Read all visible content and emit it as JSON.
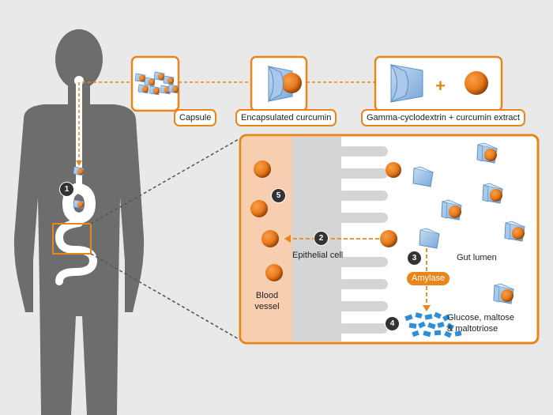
{
  "labels": {
    "capsule": "Capsule",
    "encapsulated": "Encapsulated curcumin",
    "combo": "Gamma-cyclodextrin + curcumin extract",
    "epithelial": "Epithelial cell",
    "gut_lumen": "Gut lumen",
    "amylase": "Amylase",
    "blood_line1": "Blood",
    "blood_line2": "vessel",
    "products_line1": "Glucose, maltose",
    "products_line2": "& maltotriose",
    "plus": "+"
  },
  "steps": [
    "1",
    "2",
    "3",
    "4",
    "5"
  ],
  "colors": {
    "orange": "#e8861a",
    "curcumin": "#e8791a",
    "cyclodextrin": "#8fbbe3",
    "cyclodextrin_light": "#c4dcf2",
    "silhouette": "#6d6d6d",
    "blood": "#f7ceb0",
    "epithelium": "#d5d5d5",
    "glucose": "#2e8fd8",
    "background": "#e9e9e9"
  }
}
